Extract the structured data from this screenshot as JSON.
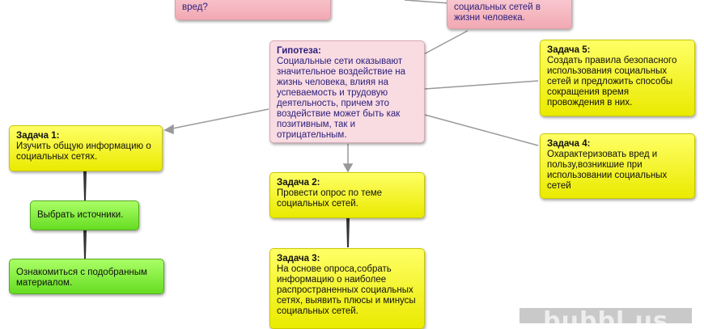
{
  "nodes": {
    "top_left": {
      "text": "вред?"
    },
    "top_right": {
      "text": "социальных сетей в жизни человека."
    },
    "hypothesis": {
      "title": "Гипотеза:",
      "text": "Социальные сети оказывают значительное воздействие на жизнь человека, влияя на успеваемость и трудовую деятельность, причем это воздействие может быть как позитивным, так и отрицательным."
    },
    "task1": {
      "title": "Задача 1:",
      "text": "Изучить общую информацию о социальных сетях."
    },
    "task2": {
      "title": "Задача 2:",
      "text": "Провести опрос по теме социальных сетей."
    },
    "task3": {
      "title": "Задача 3:",
      "text": "На основе опроса,собрать информацию о наиболее распространенных социальных сетях, выявить плюсы и минусы социальных сетей."
    },
    "task4": {
      "title": "Задача 4:",
      "text": "Охарактеризовать вред и пользу,возникшие при использовании социальных сетей"
    },
    "task5": {
      "title": "Задача 5:",
      "text": "Создать правила безопасного использования социальных сетей и предложить способы сокращения время провождения в них."
    },
    "step1": {
      "text": "Выбрать источники."
    },
    "step2": {
      "text": "Ознакомиться с подобранным материалом."
    }
  },
  "watermark": "bubbl.us"
}
